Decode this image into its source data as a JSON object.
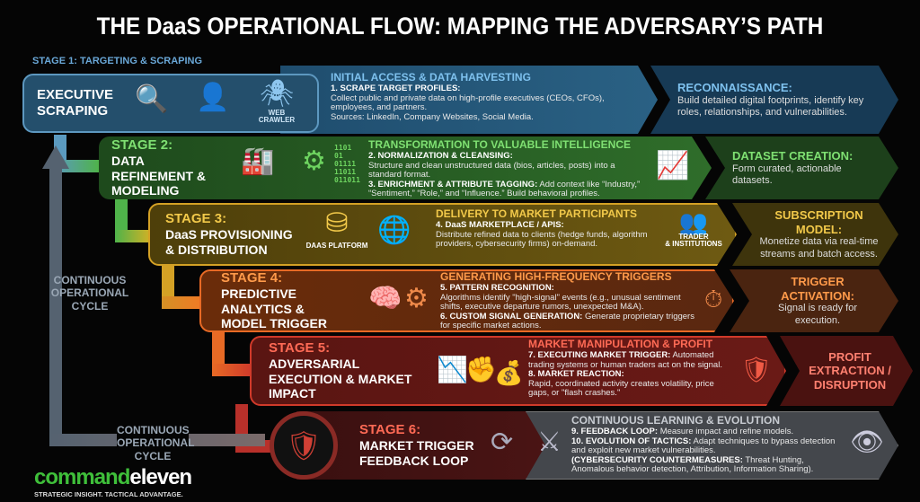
{
  "title": "THE DaaS OPERATIONAL FLOW: MAPPING THE ADVERSARY’S PATH",
  "stage1": {
    "label": "STAGE 1: TARGETING & SCRAPING",
    "name": "EXECUTIVE SCRAPING",
    "icons": [
      "search-person-icon",
      "executive-icon",
      "web-crawler-icon"
    ],
    "crawler_label": "WEB CRAWLER",
    "heading": "INITIAL ACCESS & DATA HARVESTING",
    "item1_title": "1. SCRAPE TARGET PROFILES:",
    "item1_text": "Collect public and private data on high-profile executives (CEOs, CFOs), employees, and partners.",
    "item1_sources": "Sources: LinkedIn, Company Websites, Social Media.",
    "outcome_title": "RECONNAISSANCE:",
    "outcome_text": "Build detailed digital footprints, identify key roles, relationships, and vulnerabilities.",
    "color": "#2f6f96"
  },
  "stage2": {
    "label": "STAGE 2:",
    "name": "DATA REFINEMENT & MODELING",
    "heading": "TRANSFORMATION TO VALUABLE INTELLIGENCE",
    "item2_title": "2. NORMALIZATION & CLEANSING:",
    "item2_text": "Structure and clean unstructured data (bios, articles, posts) into a standard format.",
    "item3_title": "3. ENRICHMENT & ATTRIBUTE TAGGING:",
    "item3_text": "Add context like “Industry,” “Sentiment,” “Role,” and “Influence.” Build behavioral profiles.",
    "outcome_title": "DATASET CREATION:",
    "outcome_text": "Form curated, actionable datasets.",
    "binary": "1101 01 01111 11011 011011",
    "color": "#3f8f3a"
  },
  "stage3": {
    "label": "STAGE 3:",
    "name": "DaaS PROVISIONING & DISTRIBUTION",
    "platform_label": "DAAS PLATFORM",
    "heading": "DELIVERY TO MARKET PARTICIPANTS",
    "item4_title": "4. DaaS MARKETPLACE / APIS:",
    "item4_text": "Distribute refined data to clients (hedge funds, algorithm providers, cybersecurity firms) on-demand.",
    "trader_label": "TRADER",
    "institutions_label": "& INSTITUTIONS",
    "outcome_title": "SUBSCRIPTION MODEL:",
    "outcome_text": "Monetize data via real-time streams and batch access.",
    "color": "#a8891c"
  },
  "stage4": {
    "label": "STAGE 4:",
    "name": "PREDICTIVE ANALYTICS & MODEL TRIGGER",
    "heading": "GENERATING HIGH-FREQUENCY TRIGGERS",
    "item5_title": "5. PATTERN RECOGNITION:",
    "item5_text": "Algorithms identify \"high-signal\" events (e.g., unusual sentiment shifts, executive departure rumors, unexpected M&A).",
    "item6_title": "6. CUSTOM SIGNAL GENERATION:",
    "item6_text": "Generate proprietary triggers for specific market actions.",
    "outcome_title": "TRIGGER ACTIVATION:",
    "outcome_text": "Signal is ready for execution.",
    "color": "#c2611c"
  },
  "stage5": {
    "label": "STAGE 5:",
    "name": "ADVERSARIAL EXECUTION & MARKET IMPACT",
    "heading": "MARKET MANIPULATION & PROFIT",
    "item7_title": "7. EXECUTING MARKET TRIGGER:",
    "item7_text": "Automated trading systems or human traders act on the signal.",
    "item8_title": "8. MARKET REACTION:",
    "item8_text": "Rapid, coordinated activity creates volatility, price gaps, or \"flash crashes.\"",
    "outcome_title": "PROFIT EXTRACTION / DISRUPTION",
    "color": "#a82a22"
  },
  "stage6": {
    "label": "STAGE 6:",
    "name": "MARKET TRIGGER FEEDBACK LOOP",
    "heading": "CONTINUOUS LEARNING & EVOLUTION",
    "item9_title": "9. FEEDBACK LOOP:",
    "item9_text": "Measure impact and refine models.",
    "item10_title": "10. EVOLUTION OF TACTICS:",
    "item10_text": "Adapt techniques to bypass detection and exploit new market vulnerabilities.",
    "counter_title": "(CYBERSECURITY COUNTERMEASURES:",
    "counter_text": "Threat Hunting, Anomalous behavior detection, Attribution, Information Sharing).",
    "color": "#5a5d62"
  },
  "cycle_label": "CONTINUOUS OPERATIONAL CYCLE",
  "cycle_label_2": "CONTINUOUS OPERATIONAL CYCLE",
  "logo": {
    "part1": "command",
    "part2": "eleven",
    "tagline": "STRATEGIC INSIGHT. TACTICAL ADVANTAGE."
  }
}
